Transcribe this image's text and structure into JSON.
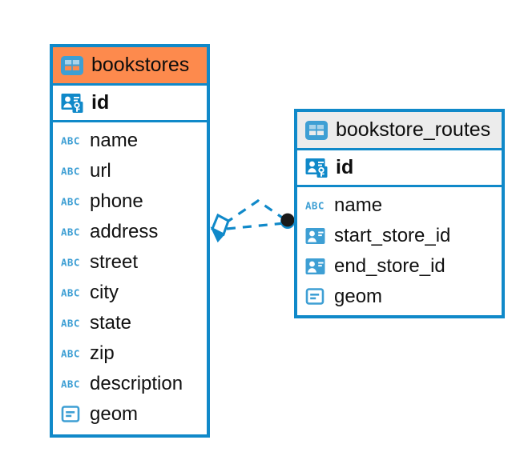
{
  "diagram": {
    "type": "entity-relationship-diagram",
    "background_color": "#FFFFFF",
    "accent_color": "#1089C9",
    "highlight_color": "#FD8A4D"
  },
  "entities": [
    {
      "name": "bookstores",
      "header_style": "accent-orange",
      "primary_key": {
        "name": "id",
        "icon": "primary-key-icon"
      },
      "fields": [
        {
          "name": "name",
          "icon": "text-abc-icon"
        },
        {
          "name": "url",
          "icon": "text-abc-icon"
        },
        {
          "name": "phone",
          "icon": "text-abc-icon"
        },
        {
          "name": "address",
          "icon": "text-abc-icon"
        },
        {
          "name": "street",
          "icon": "text-abc-icon"
        },
        {
          "name": "city",
          "icon": "text-abc-icon"
        },
        {
          "name": "state",
          "icon": "text-abc-icon"
        },
        {
          "name": "zip",
          "icon": "text-abc-icon"
        },
        {
          "name": "description",
          "icon": "text-abc-icon"
        },
        {
          "name": "geom",
          "icon": "geometry-icon"
        }
      ]
    },
    {
      "name": "bookstore_routes",
      "header_style": "accent-gray",
      "primary_key": {
        "name": "id",
        "icon": "primary-key-icon"
      },
      "fields": [
        {
          "name": "name",
          "icon": "text-abc-icon"
        },
        {
          "name": "start_store_id",
          "icon": "foreign-key-icon"
        },
        {
          "name": "end_store_id",
          "icon": "foreign-key-icon"
        },
        {
          "name": "geom",
          "icon": "geometry-icon"
        }
      ]
    }
  ],
  "relationships": [
    {
      "from_entity": "bookstores",
      "to_entity": "bookstore_routes",
      "line_style": "dashed",
      "color": "#1089C9",
      "source_marker": "diamond-outline",
      "target_marker": "filled-circle"
    },
    {
      "from_entity": "bookstores",
      "to_entity": "bookstore_routes",
      "line_style": "dashed",
      "color": "#1089C9",
      "source_marker": "diamond-outline",
      "target_marker": "filled-circle"
    }
  ]
}
